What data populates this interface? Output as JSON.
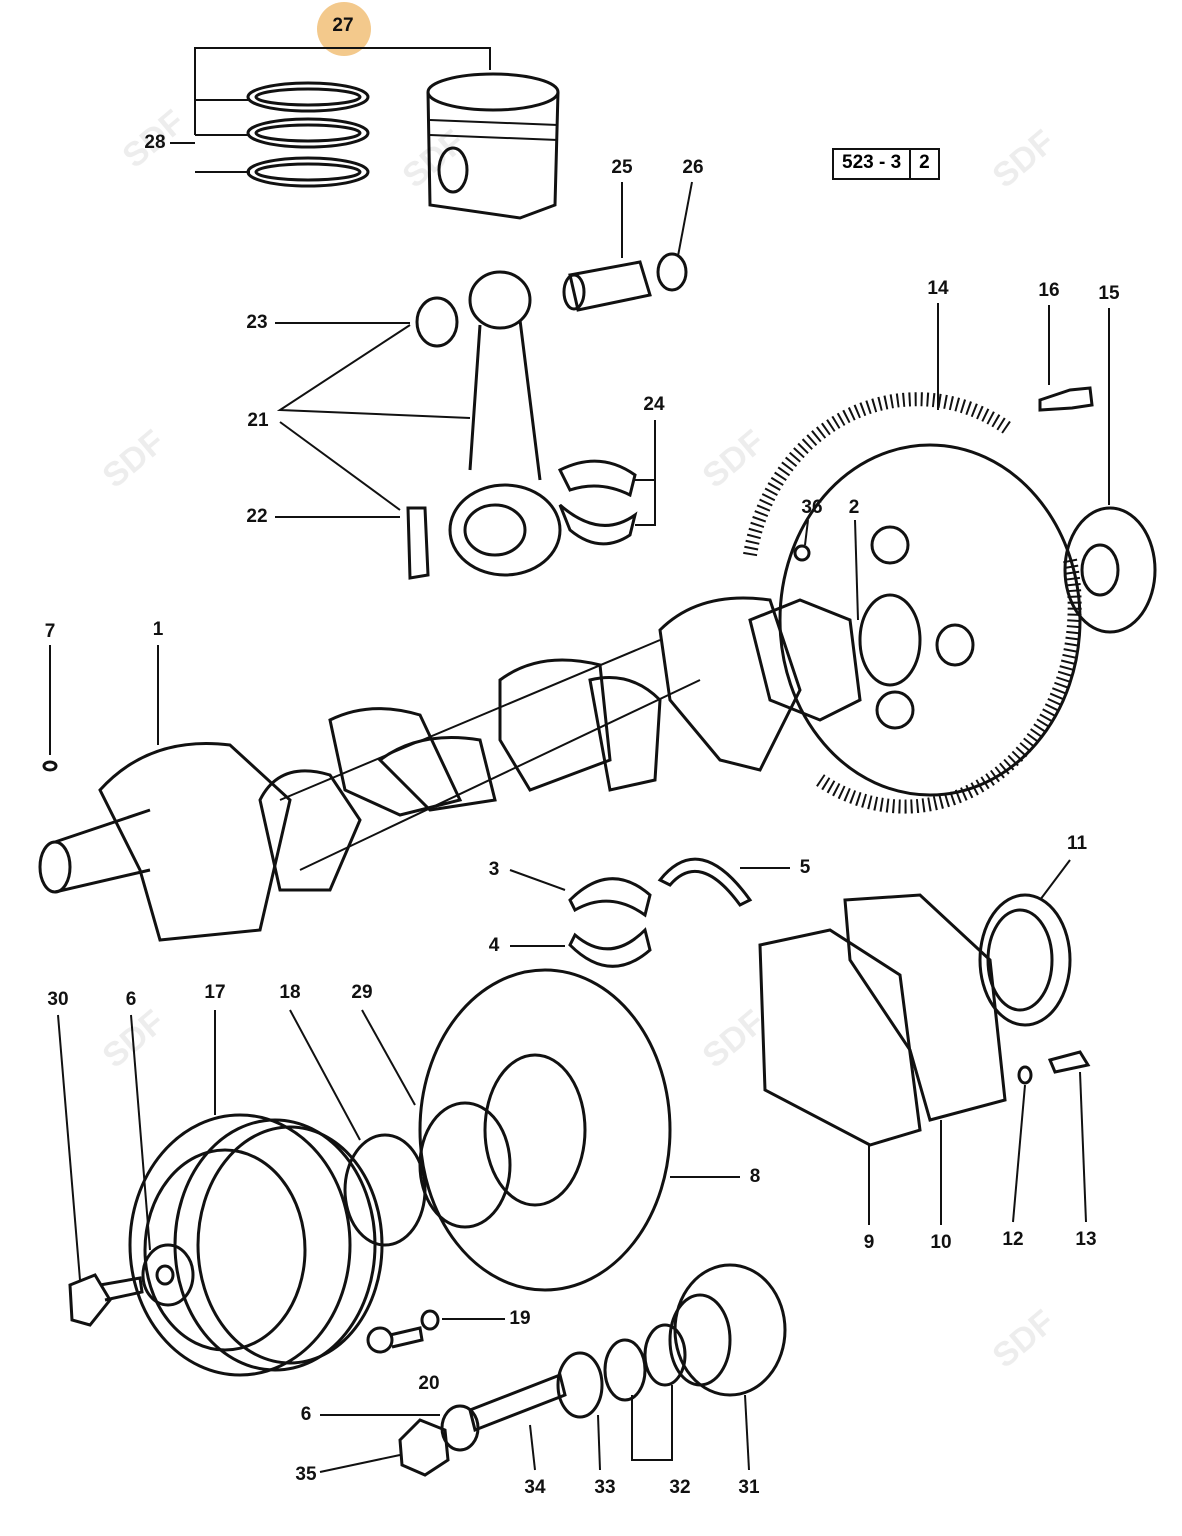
{
  "diagram": {
    "reference": {
      "code": "523 - 3",
      "sheet": "2"
    },
    "watermark": "SDF",
    "highlight_color": "#f3c98c",
    "highlighted_part": "27",
    "labels": {
      "p27": "27",
      "p28": "28",
      "p25": "25",
      "p26": "26",
      "p23": "23",
      "p21": "21",
      "p22": "22",
      "p24": "24",
      "p14": "14",
      "p16": "16",
      "p15": "15",
      "p36": "36",
      "p2": "2",
      "p7": "7",
      "p1": "1",
      "p11": "11",
      "p3": "3",
      "p5": "5",
      "p4": "4",
      "p30": "30",
      "p6a": "6",
      "p17": "17",
      "p18": "18",
      "p29": "29",
      "p8": "8",
      "p9": "9",
      "p10": "10",
      "p12": "12",
      "p13": "13",
      "p19": "19",
      "p20": "20",
      "p6b": "6",
      "p35": "35",
      "p34": "34",
      "p33": "33",
      "p32": "32",
      "p31": "31"
    }
  }
}
